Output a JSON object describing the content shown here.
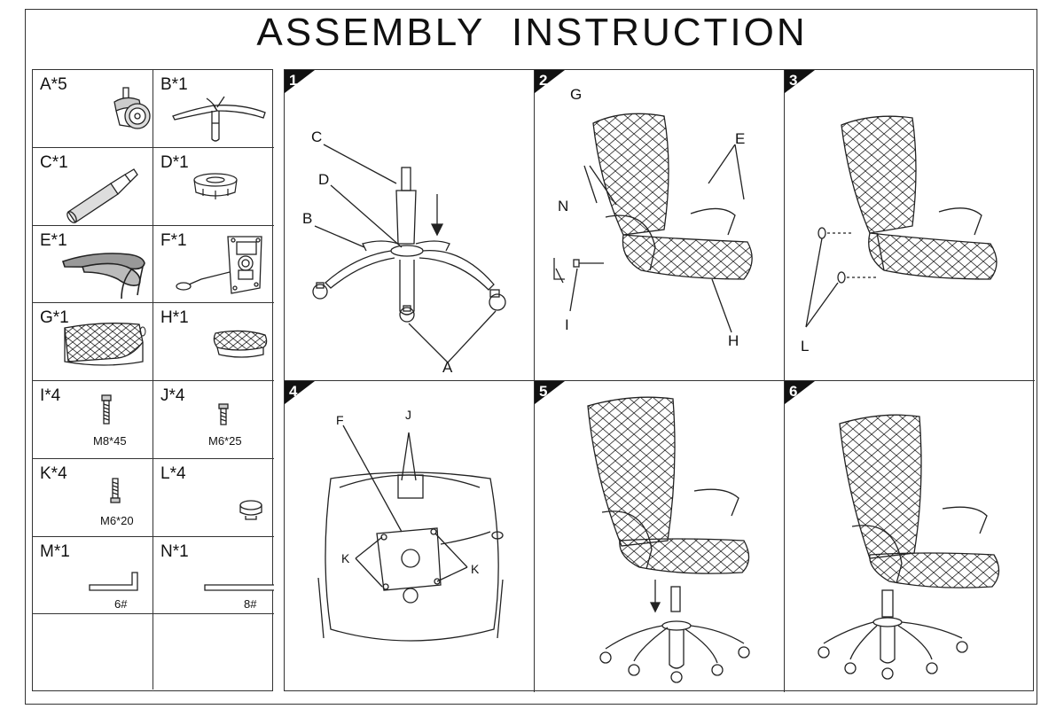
{
  "title": "ASSEMBLY  INSTRUCTION",
  "parts": [
    {
      "label": "A*5",
      "spec": ""
    },
    {
      "label": "B*1",
      "spec": ""
    },
    {
      "label": "C*1",
      "spec": ""
    },
    {
      "label": "D*1",
      "spec": ""
    },
    {
      "label": "E*1",
      "spec": ""
    },
    {
      "label": "F*1",
      "spec": ""
    },
    {
      "label": "G*1",
      "spec": ""
    },
    {
      "label": "H*1",
      "spec": ""
    },
    {
      "label": "I*4",
      "spec": "M8*45"
    },
    {
      "label": "J*4",
      "spec": "M6*25"
    },
    {
      "label": "K*4",
      "spec": "M6*20"
    },
    {
      "label": "L*4",
      "spec": ""
    },
    {
      "label": "M*1",
      "spec": "6#"
    },
    {
      "label": "N*1",
      "spec": "8#"
    }
  ],
  "steps": [
    {
      "number": "1",
      "callouts": [
        "C",
        "D",
        "B",
        "A"
      ]
    },
    {
      "number": "2",
      "callouts": [
        "G",
        "E",
        "N",
        "I",
        "H"
      ]
    },
    {
      "number": "3",
      "callouts": [
        "L"
      ]
    },
    {
      "number": "4",
      "callouts": [
        "F",
        "J",
        "K",
        "K"
      ]
    },
    {
      "number": "5",
      "callouts": []
    },
    {
      "number": "6",
      "callouts": []
    }
  ]
}
